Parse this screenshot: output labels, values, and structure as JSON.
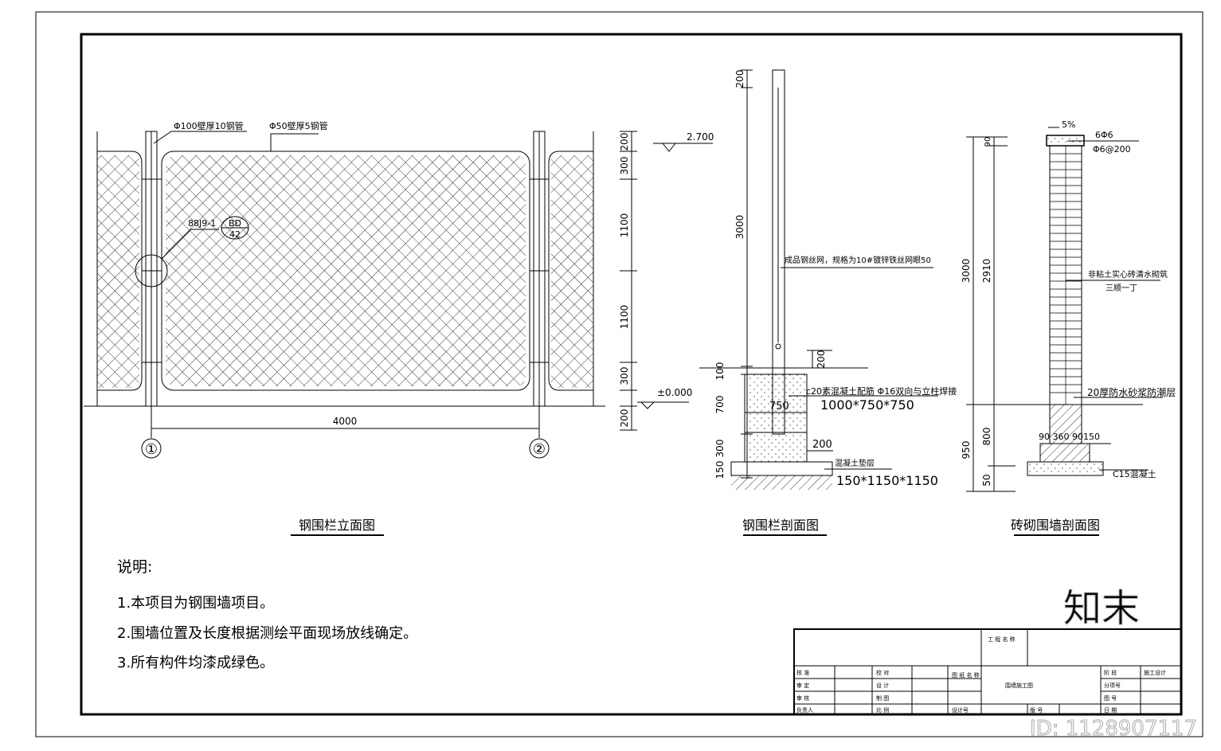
{
  "elevation": {
    "title": "钢围栏立面图",
    "label_post": "Φ100壁厚10钢管",
    "label_rail": "Φ50壁厚5钢管",
    "detail_ref": "88J9-1",
    "detail_top": "BD",
    "detail_bottom": "42",
    "width_dim": "4000",
    "axis1": "①",
    "axis2": "②",
    "dims": [
      "200",
      "300",
      "1100",
      "1100",
      "300",
      "200"
    ],
    "level_top": "2.700",
    "level_ground": "±0.000"
  },
  "steel_section": {
    "title": "钢围栏剖面图",
    "dims": [
      "200",
      "3000",
      "100",
      "700",
      "300",
      "150"
    ],
    "mesh_note": "成品钢丝网，规格为10#镀锌铁丝网眼50",
    "footing_note": "c20素混凝土配筋 Φ16双向与立柱焊接",
    "footing_size": "1000*750*750",
    "dim_750": "750",
    "dim_200_top": "200",
    "dim_200_side": "200",
    "pad_note": "混凝土垫层",
    "pad_size": "150*1150*1150"
  },
  "brick_section": {
    "title": "砖砌围墙剖面图",
    "slope": "5%",
    "rebar1": "6Φ6",
    "rebar2": "Φ6@200",
    "brick_note": "非粘土实心砖清水砌筑",
    "brick_note2": "三顺一丁",
    "dpc_note": "20厚防水砂浆防潮层",
    "base_dims": "90 360 90150",
    "concrete_note": "C15混凝土",
    "dims_outer": [
      "3000",
      "950"
    ],
    "dims_inner": [
      "90",
      "2910",
      "800",
      "50"
    ]
  },
  "notes": {
    "heading": "说明:",
    "items": [
      "1.本项目为钢围墙项目。",
      "2.围墙位置及长度根据测绘平面现场放线确定。",
      "3.所有构件均漆成绿色。"
    ]
  },
  "title_block": {
    "project_label": "工 程 名 称",
    "col1": [
      "核 准",
      "审 定",
      "审 核",
      "负责人"
    ],
    "col2": [
      "校 对",
      "设 计",
      "制 图",
      "比 例"
    ],
    "drawing_name_label": "图 纸 名 称",
    "design_no_label": "设计号",
    "drawing_name": "围墙施工图",
    "stage_label": "阶 段",
    "stage_value": "施工设计",
    "item_no_label": "分项号",
    "drawing_no_label": "图 号",
    "date_label": "日 期",
    "version_label": "版 号"
  },
  "watermark": {
    "logo": "知末",
    "id": "ID: 1128907117"
  }
}
